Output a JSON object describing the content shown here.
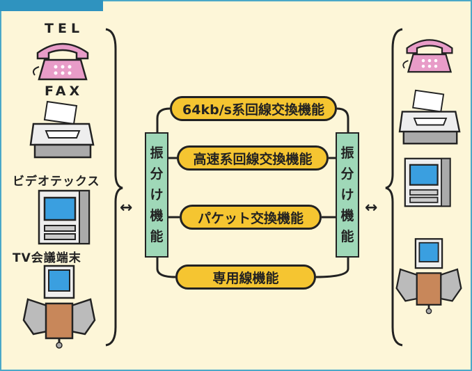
{
  "colors": {
    "frame_bg": "#fdf6d8",
    "border": "#4aa8c8",
    "tab": "#2f93bf",
    "pill_fill": "#f5c531",
    "distributor_fill": "#9fd8b8",
    "phone_pink": "#e89cc8",
    "screen_blue": "#3a9fe0",
    "chair_tan": "#c8875a"
  },
  "devices_left": {
    "tel": "TEL",
    "fax": "FAX",
    "videotex": "ビデオテックス",
    "tv_conf": "TV会議端末"
  },
  "functions": {
    "f64k": "64kb/s系回線交換機能",
    "highspeed": "高速系回線交換機能",
    "packet": "パケット交換機能",
    "leased": "専用線機能"
  },
  "distributor_label": [
    "振",
    "分",
    "け",
    "機",
    "能"
  ],
  "arrow_glyph": "↔",
  "icons": [
    "telephone-icon",
    "fax-icon",
    "videotex-terminal-icon",
    "tv-conference-terminal-icon"
  ]
}
